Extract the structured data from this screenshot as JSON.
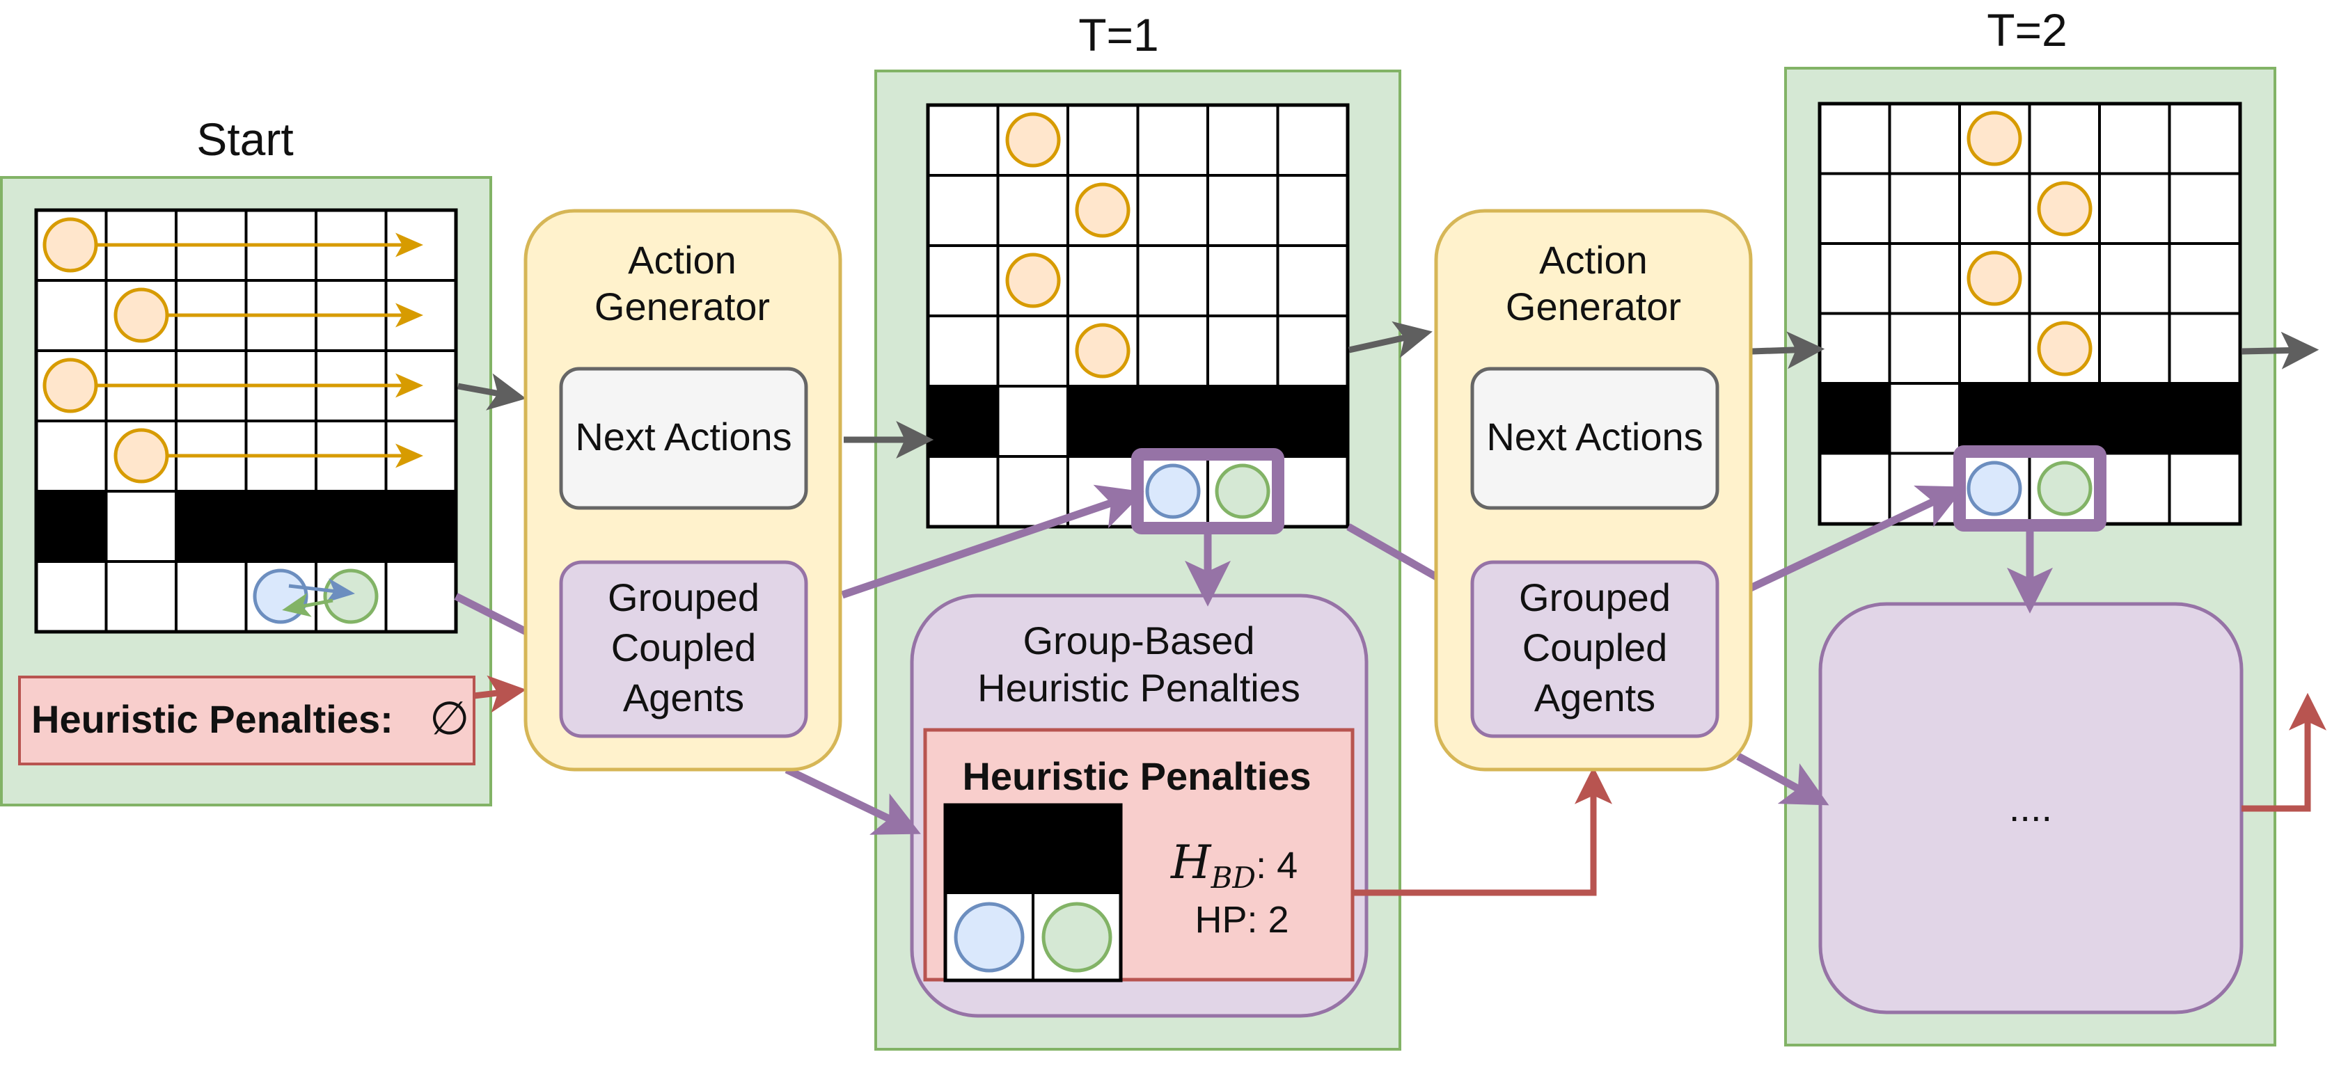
{
  "colors": {
    "panel_fill": "#d5e8d4",
    "panel_stroke": "#82b366",
    "generator_fill": "#fff2cc",
    "generator_stroke": "#d6b656",
    "neutral_fill": "#f5f5f5",
    "neutral_stroke": "#666666",
    "group_fill": "#e1d5e7",
    "group_stroke": "#9673a6",
    "penalty_fill": "#f8cecc",
    "penalty_stroke": "#b85450",
    "orange_agent_fill": "#ffe6cc",
    "orange_agent_stroke": "#d79b00",
    "blue_agent_fill": "#dae8fc",
    "blue_agent_stroke": "#6c8ebf",
    "green_agent_fill": "#d5e8d4",
    "green_agent_stroke": "#82b366",
    "gray_arrow": "#5f5f5f",
    "purple_arrow": "#9673a6",
    "red_arrow": "#b85450"
  },
  "titles": {
    "start": "Start",
    "t1": "T=1",
    "t2": "T=2"
  },
  "start": {
    "penalties_label": "Heuristic Penalties:",
    "penalties_value": "∅"
  },
  "generators": [
    {
      "title_line1": "Action",
      "title_line2": "Generator",
      "next_actions": "Next Actions",
      "grouped": [
        "Grouped",
        "Coupled",
        "Agents"
      ]
    },
    {
      "title_line1": "Action",
      "title_line2": "Generator",
      "next_actions": "Next Actions",
      "grouped": [
        "Grouped",
        "Coupled",
        "Agents"
      ]
    }
  ],
  "group_penalties": {
    "title_line1": "Group-Based",
    "title_line2": "Heuristic Penalties",
    "inner_title": "Heuristic Penalties",
    "hbd_symbol": "H",
    "hbd_sub": "BD",
    "hbd_value": ": 4",
    "hp_line": "HP: 2"
  },
  "t2_placeholder": "...."
}
